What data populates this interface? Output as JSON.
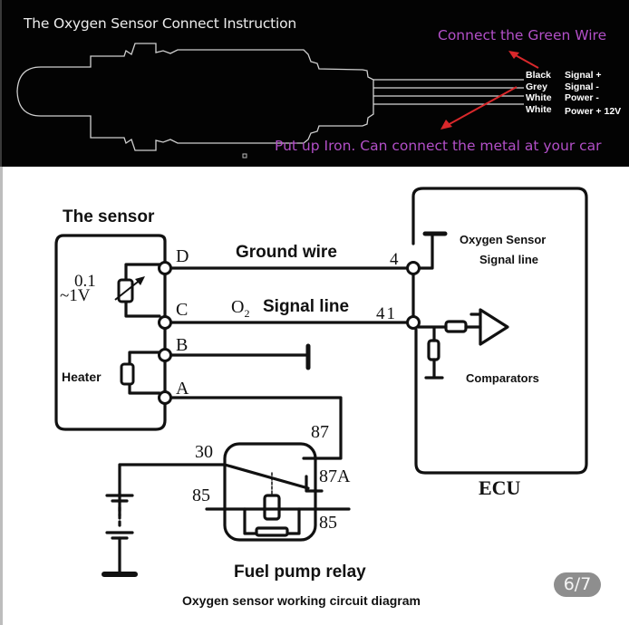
{
  "top_panel": {
    "title": "The Oxygen Sensor Connect Instruction",
    "green_wire_note": "Connect the Green Wire",
    "iron_note": "Put up Iron. Can connect the metal at your car",
    "wires": [
      {
        "color": "Black",
        "function": "Signal +"
      },
      {
        "color": "Grey",
        "function": "Signal -"
      },
      {
        "color": "White",
        "function": "Power -"
      },
      {
        "color": "White",
        "function": "Power + 12V"
      }
    ],
    "colors": {
      "background": "#030303",
      "note_text": "#b24fc7",
      "arrow": "#d9282b",
      "outline": "#cfcfcf"
    }
  },
  "circuit": {
    "sensor_title": "The sensor",
    "sensor_voltage_top": "0.1",
    "sensor_voltage_bottom": "~1V",
    "heater_label": "Heater",
    "pins": {
      "D": "D",
      "C": "C",
      "B": "B",
      "A": "A"
    },
    "ground_wire_label": "Ground wire",
    "o2_label": "O",
    "o2_sub": "2",
    "signal_line_label": "Signal line",
    "ecu_pin_ground": "4",
    "ecu_pin_signal": "41",
    "ecu_signal_label_1": "Oxygen Sensor",
    "ecu_signal_label_2": "Signal line",
    "comparators_label": "Comparators",
    "ecu_label": "ECU",
    "relay_pins": {
      "p30": "30",
      "p87": "87",
      "p87a": "87A",
      "p85_left": "85",
      "p85_right": "85"
    },
    "relay_label": "Fuel pump relay",
    "caption": "Oxygen sensor working circuit diagram"
  },
  "pager": {
    "label": "6/7",
    "current": 6,
    "total": 7
  }
}
